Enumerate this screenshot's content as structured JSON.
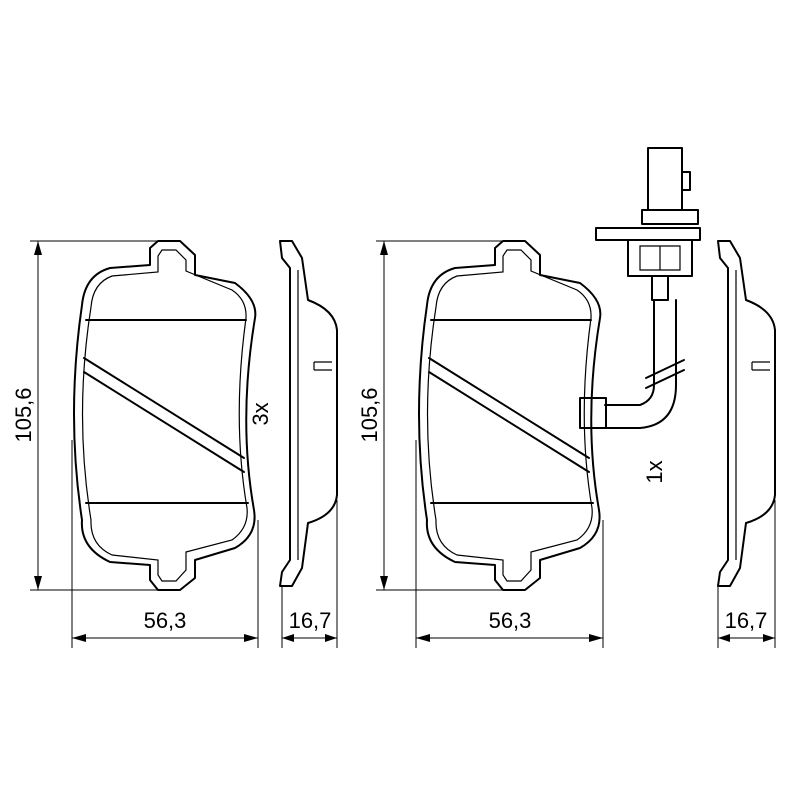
{
  "dimensions": {
    "height": "105,6",
    "width": "56,3",
    "thickness": "16,7"
  },
  "quantities": {
    "standard_pads": "3x",
    "sensor_pad": "1x"
  }
}
